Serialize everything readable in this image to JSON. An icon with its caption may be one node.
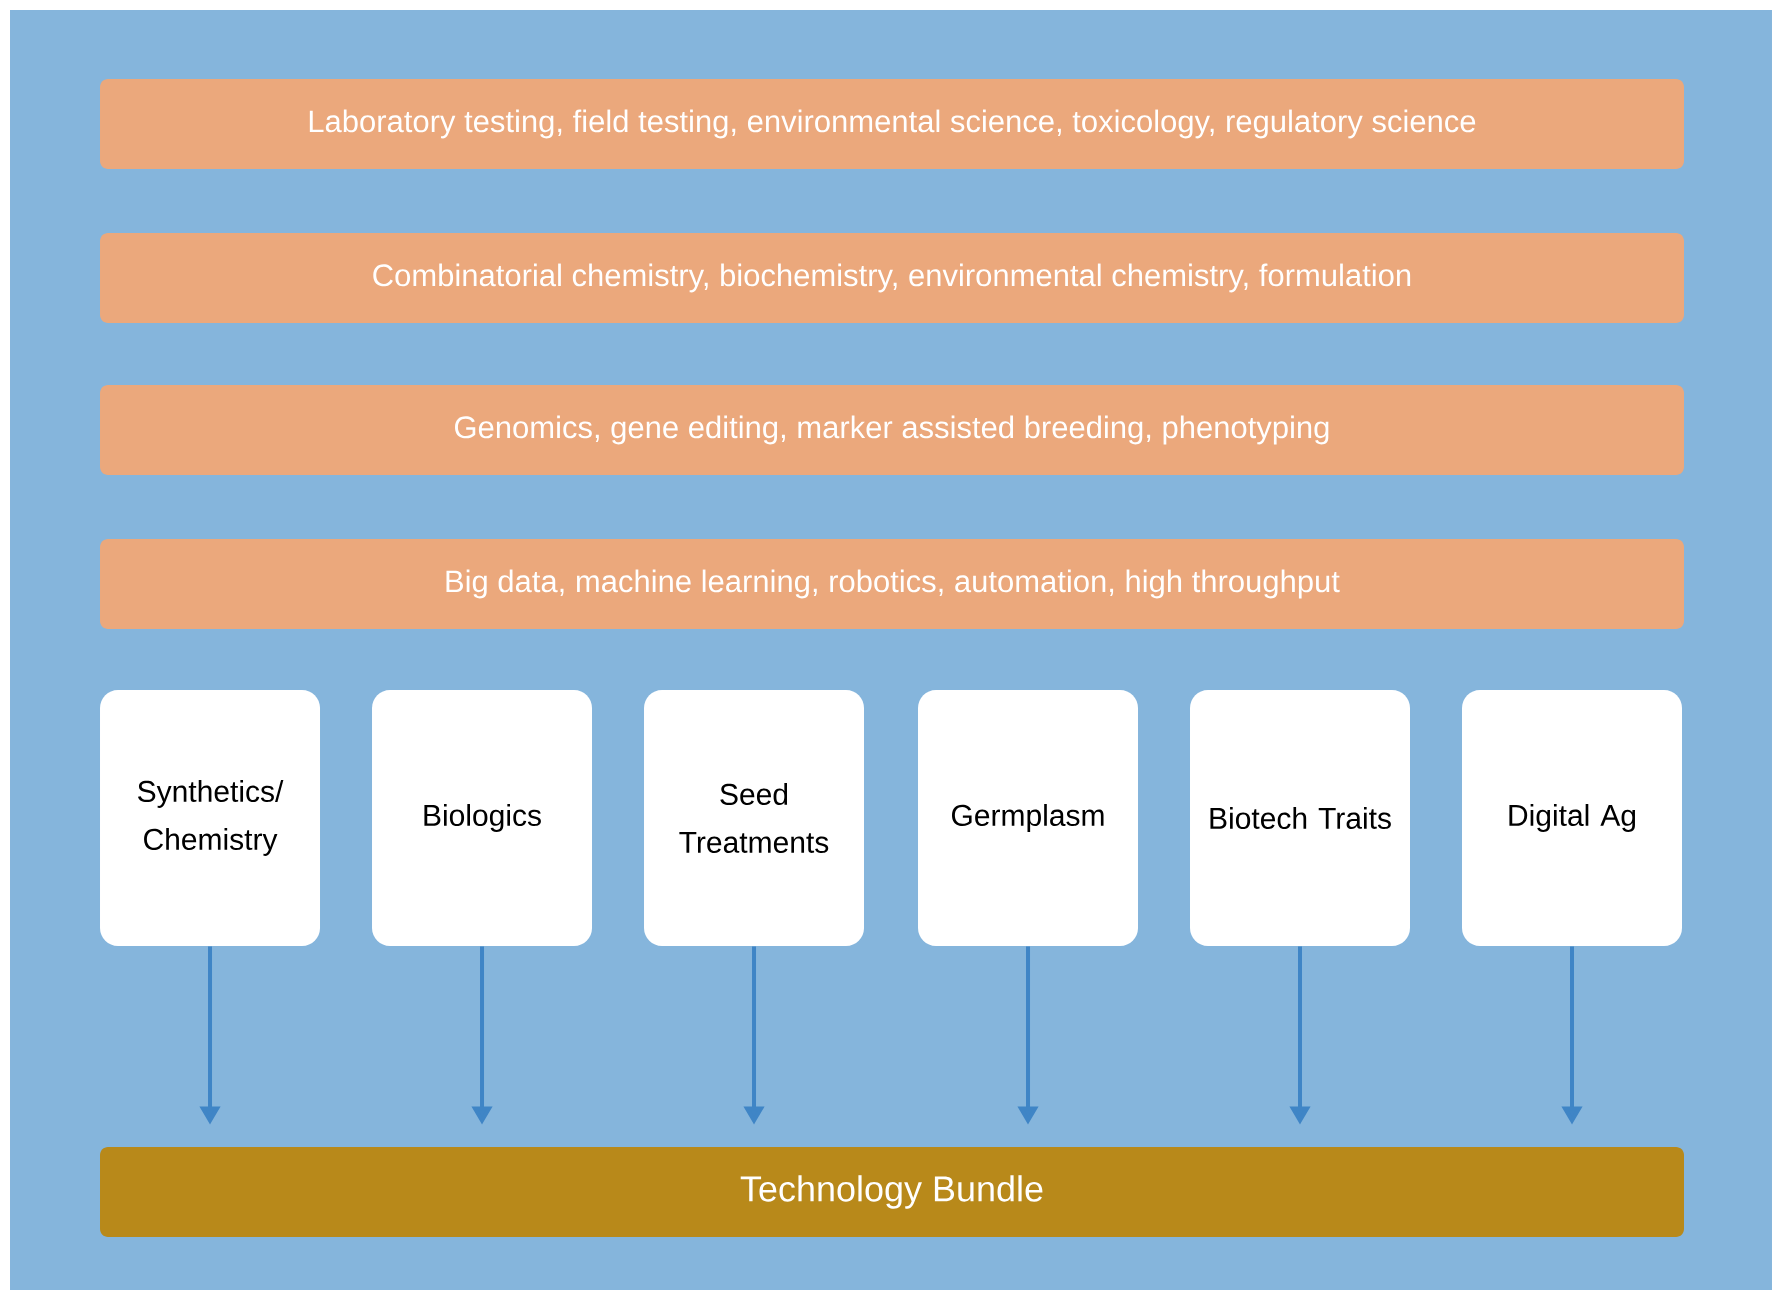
{
  "diagram": {
    "nodes": [
      {
        "text": [
          "Laboratory testing, field testing, environmental science, toxicology, regulatory science"
        ]
      },
      {
        "text": [
          "Combinatorial chemistry, biochemistry, environmental chemistry, formulation"
        ]
      },
      {
        "text": [
          "Genomics, gene editing, marker assisted breeding, phenotyping"
        ]
      },
      {
        "text": [
          "Big data, machine learning, robotics, automation, high throughput"
        ]
      },
      {
        "text": [
          "Synthetics/ Chemistry"
        ]
      },
      {
        "text": [
          "Biologics"
        ]
      },
      {
        "text": [
          "Seed Treatments"
        ]
      },
      {
        "text": [
          "Germplasm"
        ]
      },
      {
        "text": [
          "Biotech Traits"
        ]
      },
      {
        "text": [
          "Digital Ag"
        ]
      },
      {
        "text": [
          "Technology Bundle"
        ]
      }
    ],
    "edges": [
      {
        "from": 4,
        "to": 10,
        "arrow": "to"
      },
      {
        "from": 5,
        "to": 10,
        "arrow": "to"
      },
      {
        "from": 6,
        "to": 10,
        "arrow": "to"
      },
      {
        "from": 7,
        "to": 10,
        "arrow": "to"
      },
      {
        "from": 8,
        "to": 10,
        "arrow": "to"
      },
      {
        "from": 9,
        "to": 10,
        "arrow": "to"
      }
    ]
  }
}
